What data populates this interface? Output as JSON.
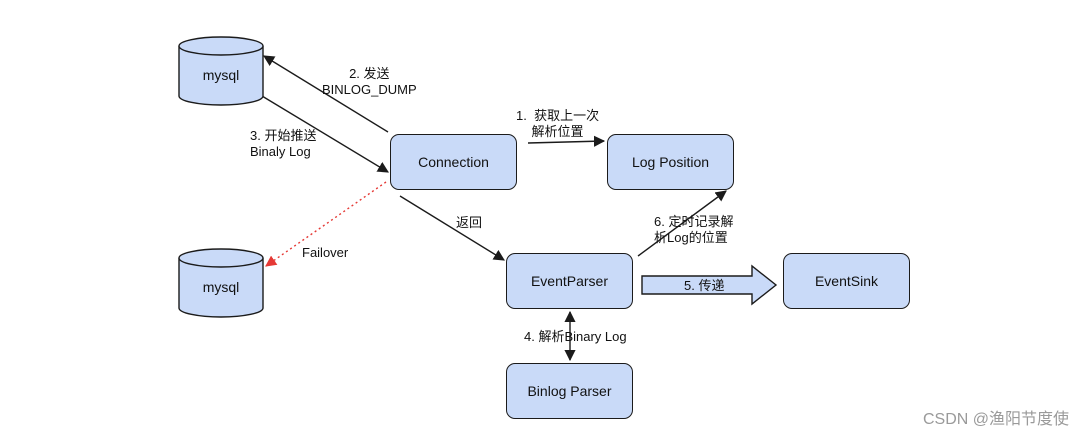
{
  "nodes": {
    "mysql_top": "mysql",
    "mysql_bottom": "mysql",
    "connection": "Connection",
    "log_position": "Log Position",
    "event_parser": "EventParser",
    "event_sink": "EventSink",
    "binlog_parser": "Binlog Parser"
  },
  "edges": {
    "send_dump": "2. 发送\nBINLOG_DUMP",
    "start_push": "3. 开始推送\nBinaly Log",
    "get_last_position": "1.  获取上一次\n解析位置",
    "return": "返回",
    "failover": "Failover",
    "record_position": "6. 定时记录解\n析Log的位置",
    "transfer": "5. 传递",
    "parse_binary_log": "4. 解析Binary Log"
  },
  "watermark": "CSDN @渔阳节度使",
  "colors": {
    "node_fill": "#c9daf8",
    "stroke": "#1b1b1b",
    "failover_arrow": "#e53935",
    "watermark": "#9a9a9a"
  }
}
